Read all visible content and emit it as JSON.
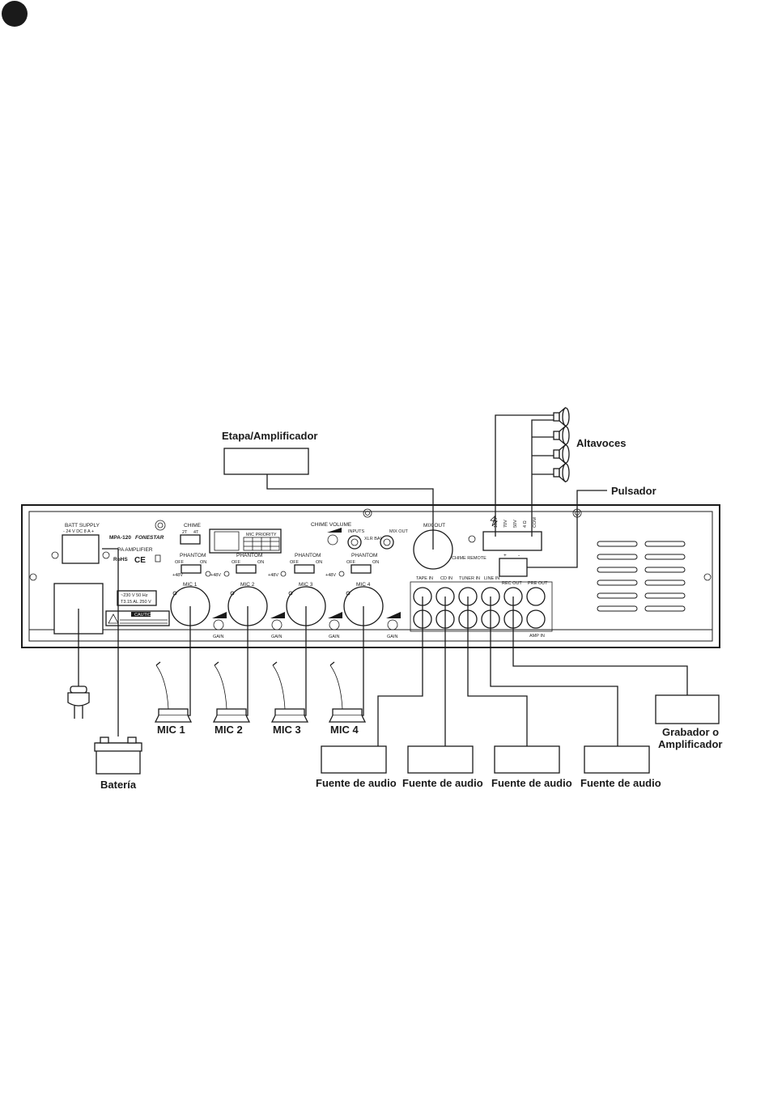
{
  "labels": {
    "etapa": "Etapa/Amplificador",
    "altavoces": "Altavoces",
    "pulsador": "Pulsador",
    "bateria": "Batería",
    "grabador_1": "Grabador o",
    "grabador_2": "Amplificador",
    "fuente": [
      "Fuente de audio",
      "Fuente de audio",
      "Fuente de audio",
      "Fuente de audio"
    ],
    "mics": [
      "MIC 1",
      "MIC 2",
      "MIC 3",
      "MIC 4"
    ]
  },
  "panel": {
    "batt_supply": "BATT SUPPLY",
    "batt_rating": "- 24 V  DC  8 A +",
    "model": "MPA-120",
    "brand": "FONESTAR",
    "product": "PA AMPLIFIER",
    "rohs": "RoHS",
    "ce": "CE",
    "chime": "CHIME",
    "chime_opts": [
      "2T",
      "4T"
    ],
    "mic_priority": "MIC PRIORITY",
    "phantom": "PHANTOM",
    "off": "OFF",
    "on": "ON",
    "plus48": "+48V",
    "mic_in_labels": [
      "MIC 1",
      "MIC 2",
      "MIC 3",
      "MIC 4"
    ],
    "gain": "GAIN",
    "mains": "~230 V  50 Hz",
    "fuse": "T3.15 AL  250 V",
    "caution": "CAUTION",
    "chime_volume": "CHIME  VOLUME",
    "inputs": "INPUTS",
    "mix_out_small": "MIX OUT",
    "xlr": "XLR BAL",
    "mix_out": "MIX OUT",
    "chime_remote": "CHIME REMOTE",
    "rca_labels": [
      "TAPE IN",
      "CD IN",
      "TUNER IN",
      "LINE IN",
      "REC OUT",
      "PRE OUT"
    ],
    "amp_in": "AMP IN",
    "speaker_terms": [
      "100V",
      "70V",
      "50V",
      "4 Ω",
      "COM"
    ],
    "plus": "+",
    "minus": "-"
  }
}
